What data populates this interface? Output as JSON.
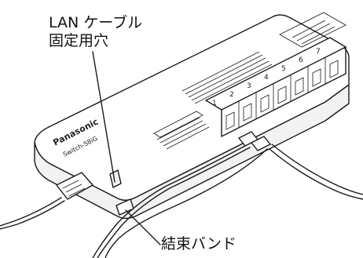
{
  "callouts": {
    "lan_cable_fixing_hole": {
      "line1": "LAN ケーブル",
      "line2": "固定用穴"
    },
    "cable_tie": "結束バンド"
  },
  "device": {
    "brand": "Panasonic",
    "model": "Switch-S8iG",
    "port_numbers": [
      "1",
      "2",
      "3",
      "4",
      "5",
      "6",
      "7"
    ]
  },
  "colors": {
    "outline": "#1a1a1a",
    "body_fill": "#ffffff",
    "side_shade": "#f2f2f2",
    "text": "#111111"
  }
}
